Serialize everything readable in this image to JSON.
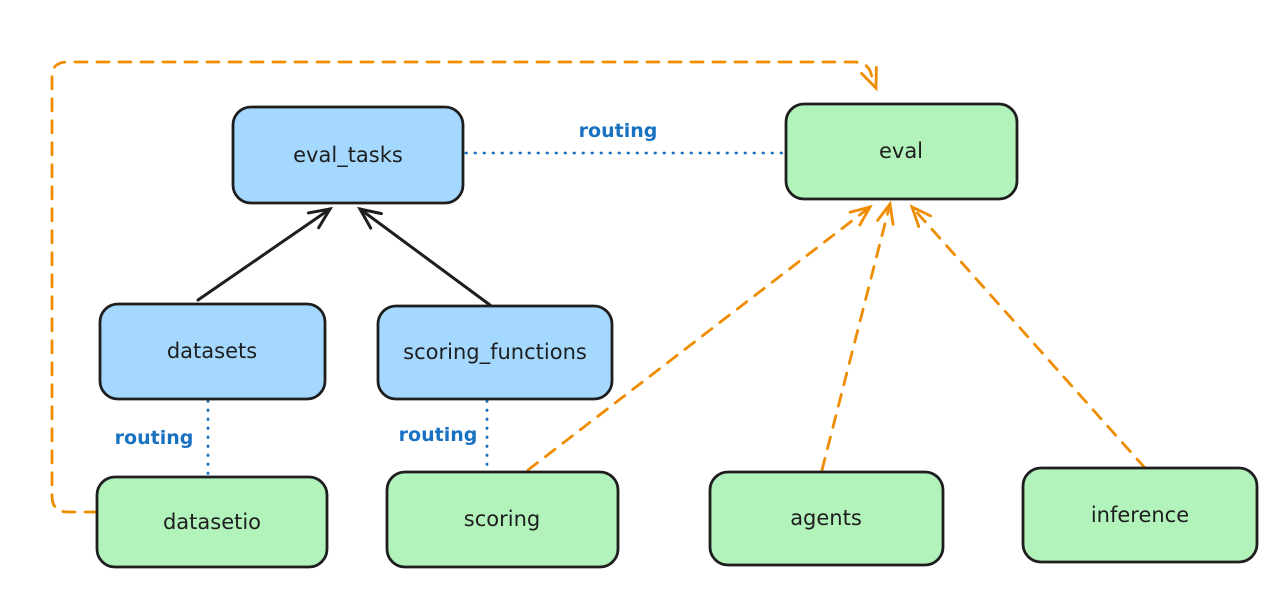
{
  "diagram": {
    "type": "architecture-routing-diagram",
    "background": "#ffffff",
    "colors": {
      "blue_fill": "#a5d8ff",
      "green_fill": "#b2f2bb",
      "stroke": "#1e1e1e",
      "routing_blue": "#1971c2",
      "orange": "#f08c00"
    },
    "nodes": {
      "eval_tasks": {
        "label": "eval_tasks",
        "fill": "blue"
      },
      "eval": {
        "label": "eval",
        "fill": "green"
      },
      "datasets": {
        "label": "datasets",
        "fill": "blue"
      },
      "scoring_functions": {
        "label": "scoring_functions",
        "fill": "blue"
      },
      "datasetio": {
        "label": "datasetio",
        "fill": "green"
      },
      "scoring": {
        "label": "scoring",
        "fill": "green"
      },
      "agents": {
        "label": "agents",
        "fill": "green"
      },
      "inference": {
        "label": "inference",
        "fill": "green"
      }
    },
    "edge_labels": {
      "routing_eval_tasks_eval": "routing",
      "routing_datasets_datasetio": "routing",
      "routing_scoring_functions_scoring": "routing"
    },
    "edges": [
      {
        "from": "datasets",
        "to": "eval_tasks",
        "style": "solid-arrow",
        "color": "black"
      },
      {
        "from": "scoring_functions",
        "to": "eval_tasks",
        "style": "solid-arrow",
        "color": "black"
      },
      {
        "from": "eval_tasks",
        "to": "eval",
        "style": "dotted",
        "color": "blue",
        "label": "routing"
      },
      {
        "from": "datasets",
        "to": "datasetio",
        "style": "dotted",
        "color": "blue",
        "label": "routing"
      },
      {
        "from": "scoring_functions",
        "to": "scoring",
        "style": "dotted",
        "color": "blue",
        "label": "routing"
      },
      {
        "from": "datasetio",
        "to": "eval",
        "style": "dashed-arrow",
        "color": "orange"
      },
      {
        "from": "scoring",
        "to": "eval",
        "style": "dashed-arrow",
        "color": "orange"
      },
      {
        "from": "agents",
        "to": "eval",
        "style": "dashed-arrow",
        "color": "orange"
      },
      {
        "from": "inference",
        "to": "eval",
        "style": "dashed-arrow",
        "color": "orange"
      }
    ]
  }
}
